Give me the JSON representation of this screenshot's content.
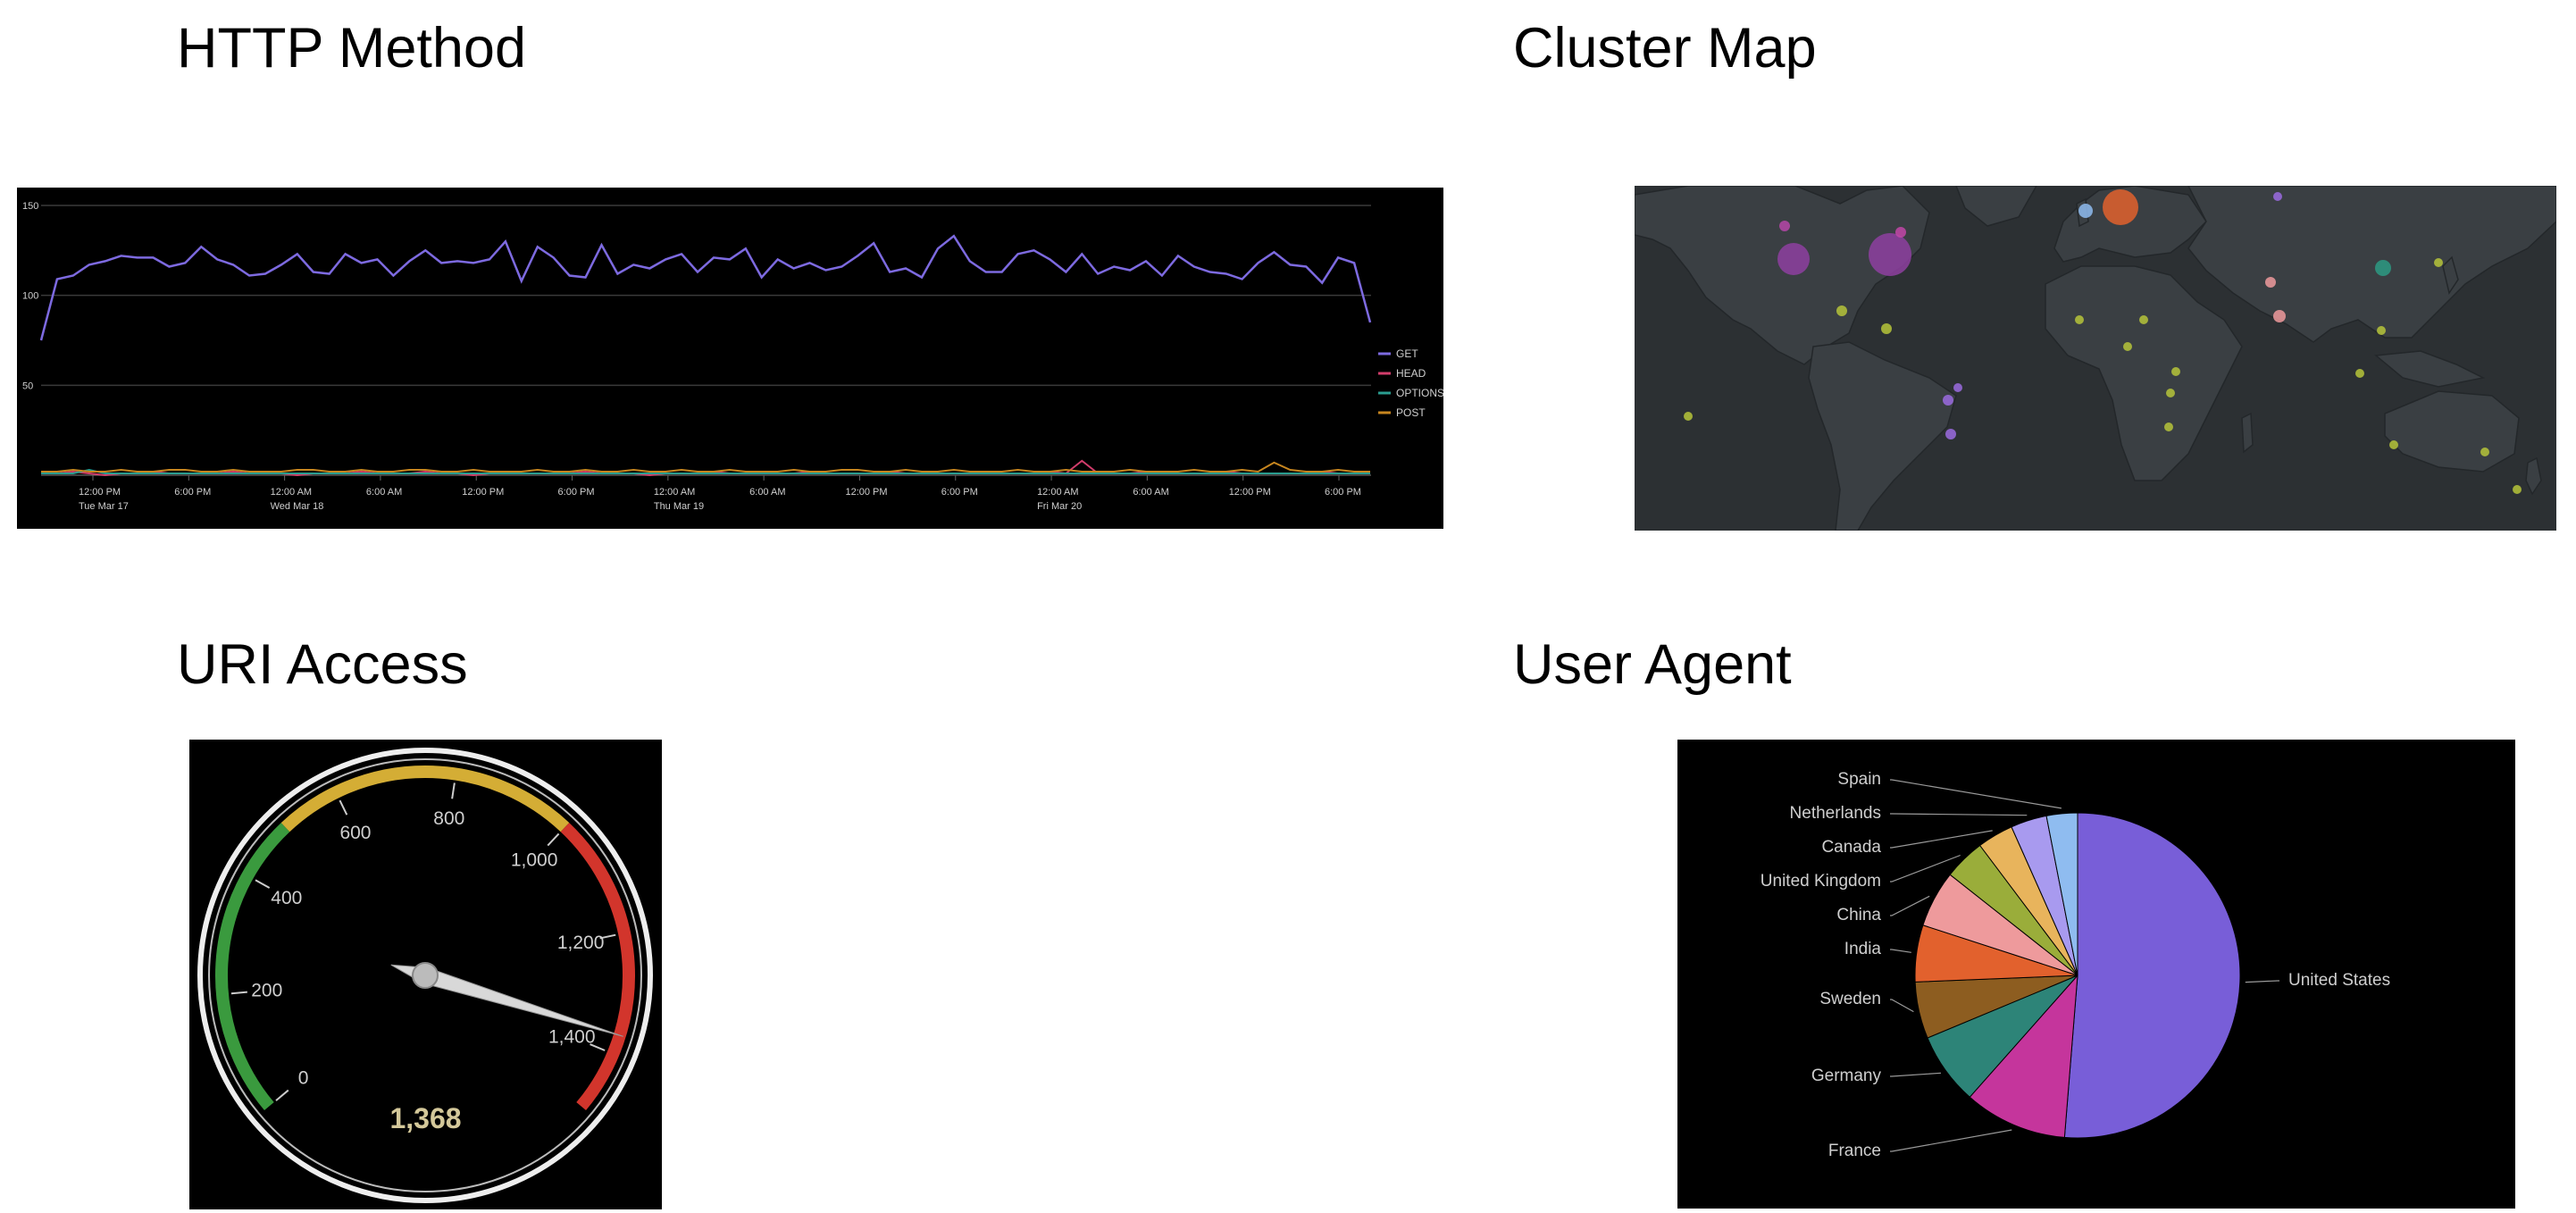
{
  "titles": {
    "http_method": "HTTP Method",
    "cluster_map": "Cluster Map",
    "uri_access": "URI Access",
    "user_agent": "User Agent"
  },
  "chart_data": [
    {
      "type": "line",
      "ylim": [
        0,
        150
      ],
      "yticks": [
        "150",
        "100",
        "50"
      ],
      "ytick_values": [
        150,
        100,
        50
      ],
      "xticks": [
        "12:00 PM",
        "6:00 PM",
        "12:00 AM",
        "6:00 AM",
        "12:00 PM",
        "6:00 PM",
        "12:00 AM",
        "6:00 AM",
        "12:00 PM",
        "6:00 PM",
        "12:00 AM",
        "6:00 AM",
        "12:00 PM",
        "6:00 PM"
      ],
      "xdates": [
        "Tue Mar 17",
        "",
        "Wed Mar 18",
        "",
        "",
        "",
        "Thu Mar 19",
        "",
        "",
        "",
        "Fri Mar 20",
        "",
        "",
        ""
      ],
      "series": [
        {
          "name": "GET",
          "color": "#7d6ae0",
          "values": [
            75,
            109,
            111,
            117,
            119,
            122,
            121,
            121,
            116,
            118,
            127,
            120,
            117,
            111,
            112,
            117,
            123,
            113,
            112,
            123,
            118,
            120,
            111,
            119,
            125,
            118,
            119,
            118,
            120,
            130,
            108,
            127,
            121,
            111,
            110,
            128,
            112,
            117,
            115,
            120,
            123,
            113,
            121,
            120,
            126,
            110,
            120,
            115,
            118,
            114,
            116,
            122,
            129,
            113,
            115,
            110,
            126,
            133,
            119,
            113,
            113,
            123,
            125,
            120,
            113,
            123,
            112,
            116,
            114,
            119,
            111,
            122,
            116,
            113,
            112,
            109,
            118,
            124,
            117,
            116,
            107,
            121,
            118,
            85
          ]
        },
        {
          "name": "HEAD",
          "color": "#d23d6b",
          "values": [
            1,
            1,
            2,
            1,
            0,
            1,
            1,
            2,
            1,
            1,
            1,
            1,
            2,
            1,
            1,
            1,
            0,
            1,
            1,
            1,
            2,
            1,
            1,
            1,
            2,
            1,
            1,
            0,
            1,
            2,
            1,
            1,
            1,
            1,
            2,
            1,
            1,
            1,
            0,
            1,
            1,
            1,
            2,
            1,
            1,
            1,
            1,
            1,
            2,
            1,
            1,
            1,
            1,
            2,
            1,
            1,
            1,
            1,
            1,
            1,
            1,
            1,
            1,
            2,
            1,
            1,
            1,
            1,
            1,
            2,
            1,
            1,
            1,
            1,
            2,
            1,
            1,
            1,
            1,
            1,
            2,
            1,
            1,
            1
          ]
        },
        {
          "name": "OPTIONS",
          "color": "#2a9d8f",
          "values": [
            1,
            1,
            1,
            3,
            1,
            1,
            1,
            1,
            1,
            1,
            1,
            1,
            1,
            1,
            1,
            1,
            1,
            1,
            1,
            1,
            1,
            1,
            1,
            1,
            1,
            1,
            1,
            1,
            1,
            1,
            1,
            1,
            1,
            1,
            1,
            1,
            1,
            1,
            1,
            1,
            1,
            1,
            1,
            1,
            1,
            1,
            1,
            1,
            1,
            1,
            1,
            1,
            1,
            1,
            1,
            1,
            1,
            1,
            1,
            1,
            1,
            1,
            1,
            1,
            1,
            1,
            1,
            1,
            1,
            1,
            1,
            1,
            1,
            1,
            1,
            1,
            1,
            1,
            1,
            1,
            1,
            1,
            1,
            1
          ]
        },
        {
          "name": "POST",
          "color": "#c7861f",
          "values": [
            2,
            2,
            3,
            2,
            2,
            3,
            2,
            2,
            3,
            3,
            2,
            2,
            3,
            2,
            2,
            2,
            3,
            3,
            2,
            2,
            3,
            2,
            2,
            3,
            3,
            2,
            2,
            3,
            2,
            2,
            2,
            3,
            2,
            2,
            3,
            2,
            2,
            3,
            2,
            2,
            3,
            2,
            2,
            3,
            2,
            2,
            2,
            3,
            2,
            2,
            3,
            3,
            2,
            2,
            3,
            2,
            2,
            3,
            2,
            2,
            2,
            3,
            2,
            2,
            3,
            2,
            2,
            2,
            3,
            2,
            2,
            2,
            3,
            2,
            2,
            3,
            2,
            2,
            3,
            2,
            2,
            3,
            2,
            2
          ]
        }
      ],
      "peaks": [
        {
          "series": "HEAD",
          "index": 65,
          "value": 8
        },
        {
          "series": "POST",
          "index": 77,
          "value": 7
        }
      ]
    },
    {
      "type": "gauge",
      "value": 1368,
      "value_label": "1,368",
      "range": [
        0,
        1500
      ],
      "tick_labels": [
        "0",
        "200",
        "400",
        "600",
        "800",
        "1,000",
        "1,200",
        "1,400"
      ],
      "tick_values": [
        0,
        200,
        400,
        600,
        800,
        1000,
        1200,
        1400
      ],
      "bands": [
        {
          "from": 0,
          "to": 500,
          "color": "#3a9a3e"
        },
        {
          "from": 500,
          "to": 1000,
          "color": "#d4ad35"
        },
        {
          "from": 1000,
          "to": 1500,
          "color": "#d2352c"
        }
      ]
    },
    {
      "type": "pie",
      "slices": [
        {
          "label": "United States",
          "value": 50,
          "color": "#785ed8"
        },
        {
          "label": "France",
          "value": 10,
          "color": "#c5359c"
        },
        {
          "label": "Germany",
          "value": 7,
          "color": "#2d8478"
        },
        {
          "label": "Sweden",
          "value": 5.5,
          "color": "#8d5d20"
        },
        {
          "label": "India",
          "value": 5.5,
          "color": "#e2612d"
        },
        {
          "label": "China",
          "value": 5.5,
          "color": "#ee9a9c"
        },
        {
          "label": "United Kingdom",
          "value": 4,
          "color": "#9aad3a"
        },
        {
          "label": "Canada",
          "value": 3.5,
          "color": "#e8b45c"
        },
        {
          "label": "Netherlands",
          "value": 3.5,
          "color": "#a89aef"
        },
        {
          "label": "Spain",
          "value": 3,
          "color": "#8fbcf0"
        }
      ]
    }
  ],
  "map": {
    "background": "#2c3033",
    "land_color": "#3a3f43",
    "bubbles": [
      {
        "label": "US West",
        "color": "#8e3fa0"
      },
      {
        "label": "US East",
        "color": "#8e3fa0"
      },
      {
        "label": "Canada West",
        "color": "#b646a8"
      },
      {
        "label": "Canada East",
        "color": "#c347a8"
      },
      {
        "label": "Mexico",
        "color": "#b6c43a"
      },
      {
        "label": "Central America",
        "color": "#b6c43a"
      },
      {
        "label": "Hawaii",
        "color": "#b6c43a"
      },
      {
        "label": "Brazil North",
        "color": "#9b6be0"
      },
      {
        "label": "Brazil East",
        "color": "#9b6be0"
      },
      {
        "label": "Brazil South",
        "color": "#9b6be0"
      },
      {
        "label": "UK",
        "color": "#8fbcf0"
      },
      {
        "label": "Germany",
        "color": "#e2612d"
      },
      {
        "label": "Spain",
        "color": "#b6c43a"
      },
      {
        "label": "Italy",
        "color": "#b6c43a"
      },
      {
        "label": "Russia",
        "color": "#9b6be0"
      },
      {
        "label": "Nigeria",
        "color": "#b6c43a"
      },
      {
        "label": "Kenya",
        "color": "#b6c43a"
      },
      {
        "label": "South Africa",
        "color": "#b6c43a"
      },
      {
        "label": "Egypt",
        "color": "#b6c43a"
      },
      {
        "label": "Middle East",
        "color": "#ee9a9c"
      },
      {
        "label": "India",
        "color": "#ee9a9c"
      },
      {
        "label": "China",
        "color": "#2d9a82"
      },
      {
        "label": "Japan",
        "color": "#b6c43a"
      },
      {
        "label": "Southeast Asia",
        "color": "#b6c43a"
      },
      {
        "label": "Indonesia",
        "color": "#b6c43a"
      },
      {
        "label": "Australia West",
        "color": "#b6c43a"
      },
      {
        "label": "Australia East",
        "color": "#b6c43a"
      },
      {
        "label": "New Zealand",
        "color": "#b6c43a"
      }
    ]
  }
}
